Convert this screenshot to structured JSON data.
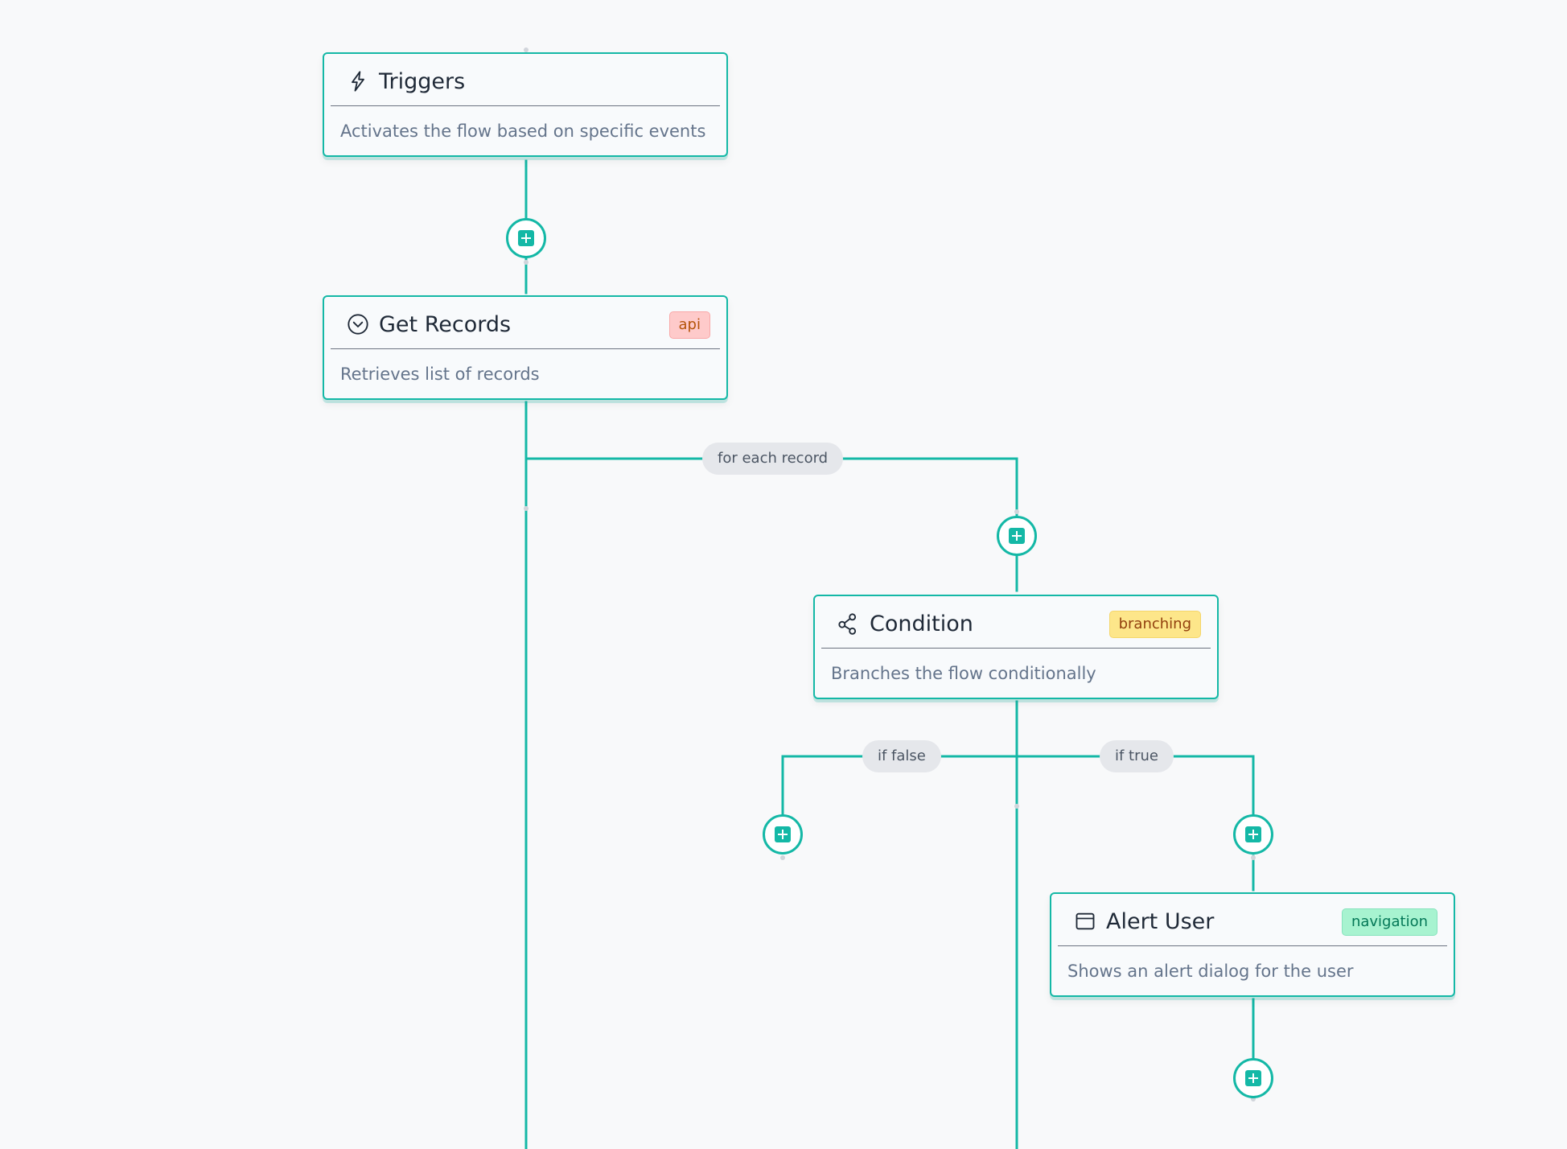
{
  "colors": {
    "accent": "#14b8a6",
    "background": "#f8f9fa",
    "badge_api": "#fecaca",
    "badge_branching": "#fde68a",
    "badge_navigation": "#a7f3d0"
  },
  "nodes": {
    "triggers": {
      "title": "Triggers",
      "description": "Activates the flow based on specific events",
      "icon": "lightning-bolt-icon"
    },
    "get_records": {
      "title": "Get Records",
      "description": "Retrieves list of records",
      "badge": "api",
      "icon": "chevron-circle-icon"
    },
    "condition": {
      "title": "Condition",
      "description": "Branches the flow conditionally",
      "badge": "branching",
      "icon": "branch-icon"
    },
    "alert_user": {
      "title": "Alert User",
      "description": "Shows an alert dialog for the user",
      "badge": "navigation",
      "icon": "window-icon"
    }
  },
  "edges": {
    "for_each": "for each record",
    "if_false": "if false",
    "if_true": "if true"
  },
  "add_step_buttons": [
    "add-step",
    "add-step",
    "add-step",
    "add-step",
    "add-step"
  ]
}
